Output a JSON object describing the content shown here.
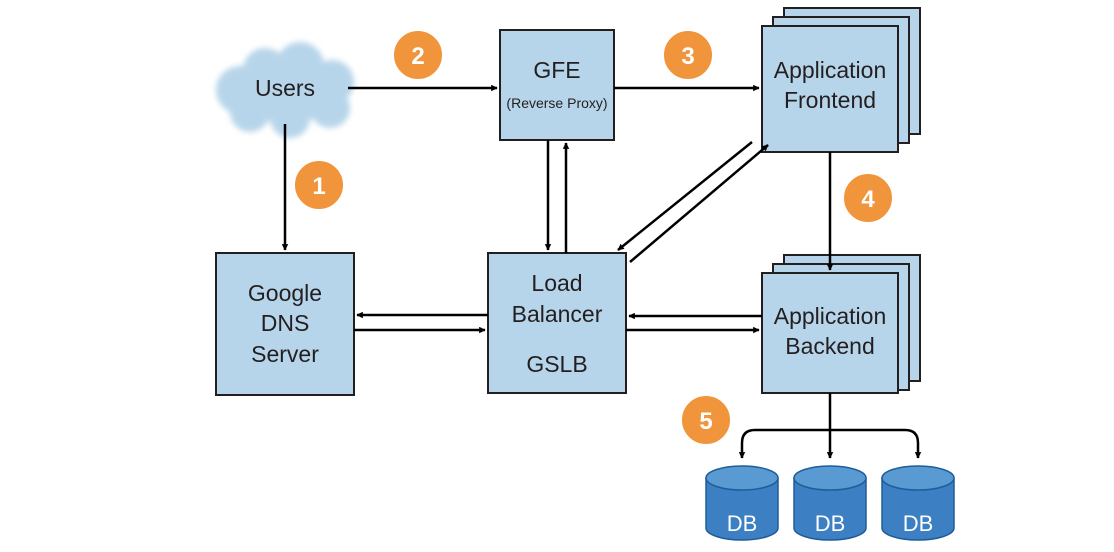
{
  "colors": {
    "box_fill": "#b7d5ea",
    "box_stroke": "#231f20",
    "step_fill": "#f0953b",
    "db_fill": "#3c7fc2",
    "db_top": "#5a9ad3",
    "arrow": "#000000"
  },
  "nodes": {
    "users": {
      "label": "Users",
      "icon": "cloud-icon"
    },
    "gfe": {
      "title": "GFE",
      "subtitle": "(Reverse Proxy)"
    },
    "app_frontend": {
      "line1": "Application",
      "line2": "Frontend"
    },
    "dns": {
      "line1": "Google",
      "line2": "DNS",
      "line3": "Server"
    },
    "load_balancer": {
      "line1": "Load",
      "line2": "Balancer",
      "line3": "GSLB"
    },
    "app_backend": {
      "line1": "Application",
      "line2": "Backend"
    },
    "databases": [
      "DB",
      "DB",
      "DB"
    ]
  },
  "steps": [
    "1",
    "2",
    "3",
    "4",
    "5"
  ]
}
